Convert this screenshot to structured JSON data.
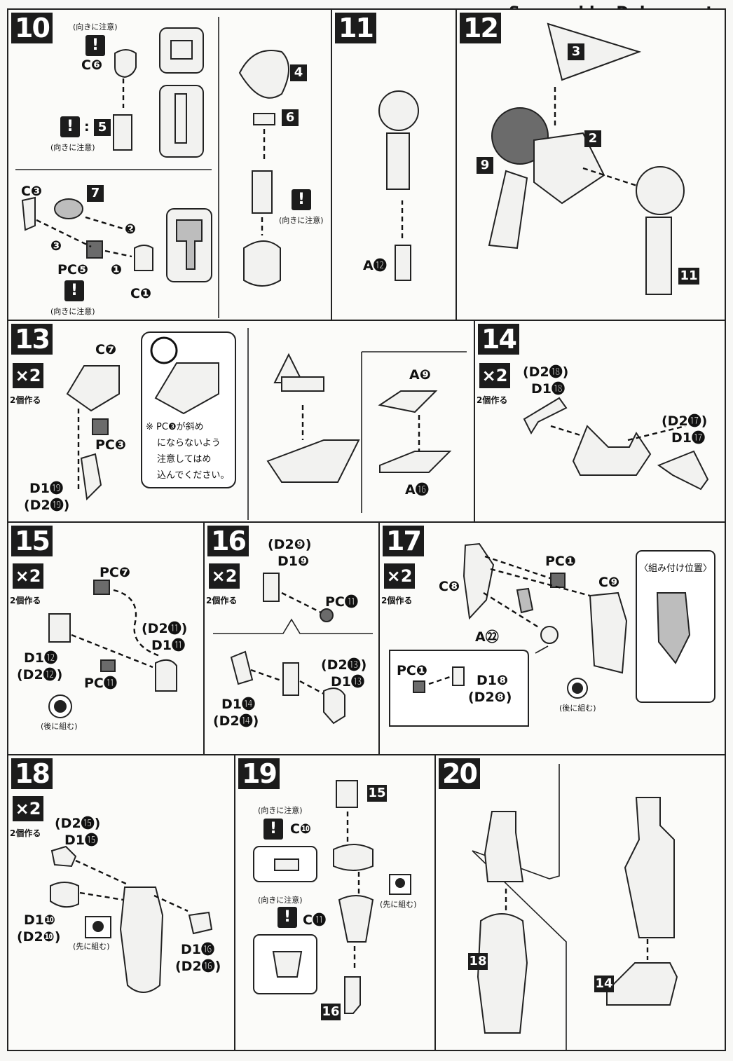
{
  "watermark": "Scanned by Dalong.net",
  "common": {
    "x2": "×2",
    "make_two": "2個作る",
    "caution": "(向きに注意)",
    "later": "(後に組む)",
    "first": "(先に組む)",
    "exclaim": "!"
  },
  "step10": {
    "num": "10",
    "lbl_c6": "C❻",
    "lbl_c3": "C❸",
    "lbl_pc5": "PC❺",
    "lbl_c1": "C❶",
    "badge_5": "5",
    "badge_4": "4",
    "badge_6": "6",
    "badge_7": "7",
    "colon": ":",
    "arrow1": "❶",
    "arrow2": "❷",
    "arrow3": "❸"
  },
  "step11": {
    "num": "11",
    "lbl_a12": "A⓬"
  },
  "step12": {
    "num": "12",
    "badge_3": "3",
    "badge_2": "2",
    "badge_9": "9",
    "badge_11": "11"
  },
  "step13": {
    "num": "13",
    "lbl_c7": "C❼",
    "lbl_pc3": "PC❸",
    "lbl_d119": "D1⓳",
    "lbl_d219": "(D2⓳)",
    "lbl_a9": "A❾",
    "lbl_a16": "A⓰",
    "note": [
      "※ PC❸が斜め",
      "にならないよう",
      "注意してはめ",
      "込んでください。"
    ]
  },
  "step14": {
    "num": "14",
    "lbl_d218": "(D2⓲)",
    "lbl_d118": "D1⓲",
    "lbl_d217": "(D2⓱)",
    "lbl_d117": "D1⓱"
  },
  "step15": {
    "num": "15",
    "lbl_pc7": "PC❼",
    "lbl_d211": "(D2⓫)",
    "lbl_d111": "D1⓫",
    "lbl_d112": "D1⓬",
    "lbl_d212": "(D2⓬)",
    "lbl_pc11": "PC⓫"
  },
  "step16": {
    "num": "16",
    "lbl_d29": "(D2❾)",
    "lbl_d19": "D1❾",
    "lbl_pc11": "PC⓫",
    "lbl_d213": "(D2⓭)",
    "lbl_d113": "D1⓭",
    "lbl_d114": "D1⓮",
    "lbl_d214": "(D2⓮)"
  },
  "step17": {
    "num": "17",
    "lbl_pc1": "PC❶",
    "lbl_c8": "C❽",
    "lbl_c9": "C❾",
    "lbl_a22": "A㉒",
    "lbl_pc1b": "PC❶",
    "lbl_d18": "D1❽",
    "lbl_d28": "(D2❽)",
    "position": "〈組み付け位置〉"
  },
  "step18": {
    "num": "18",
    "lbl_d215": "(D2⓯)",
    "lbl_d115": "D1⓯",
    "lbl_d110": "D1❿",
    "lbl_d210": "(D2❿)",
    "lbl_d116": "D1⓰",
    "lbl_d216": "(D2⓰)"
  },
  "step19": {
    "num": "19",
    "lbl_c10": "C❿",
    "lbl_c11": "C⓫",
    "badge_15": "15",
    "badge_16": "16"
  },
  "step20": {
    "num": "20",
    "badge_18": "18",
    "badge_14": "14"
  }
}
